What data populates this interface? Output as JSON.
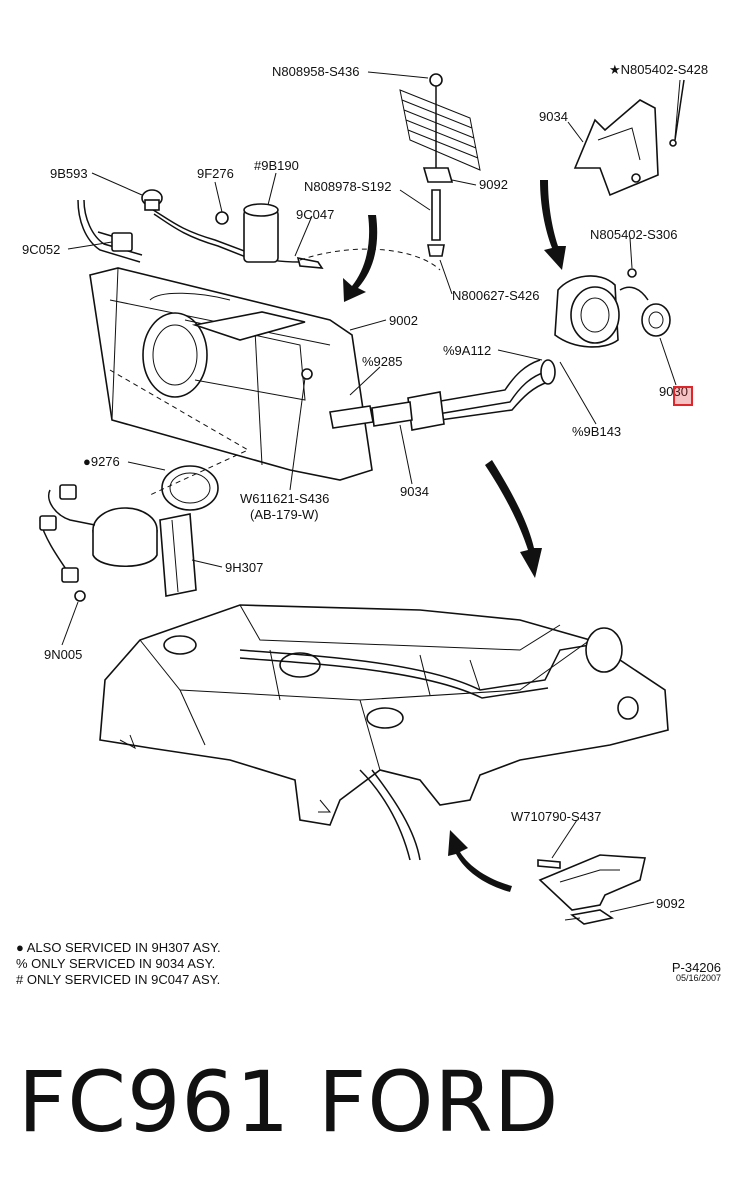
{
  "callouts": {
    "n808958_s436": "N808958-S436",
    "n805402_s428": "★N805402-S428",
    "p9034_top": "9034",
    "p9b593": "9B593",
    "p9f276": "9F276",
    "p9b190": "#9B190",
    "n808978_s192": "N808978-S192",
    "p9092_top": "9092",
    "p9c047": "9C047",
    "p9c052": "9C052",
    "n805402_s306": "N805402-S306",
    "n800627_s426": "N800627-S426",
    "p9002": "9002",
    "p9a112": "%9A112",
    "p9285": "%9285",
    "p9030": "9030",
    "p9b143": "%9B143",
    "w611621_s436": "W611621-S436",
    "ab179w": "(AB-179-W)",
    "p9034_mid": "9034",
    "p9276": "●9276",
    "p9h307": "9H307",
    "p9n005": "9N005",
    "w710790_s437": "W710790-S437",
    "p9092_bottom": "9092"
  },
  "notes": {
    "line1": "● ALSO SERVICED IN 9H307 ASY.",
    "line2": "% ONLY SERVICED IN 9034 ASY.",
    "line3": "# ONLY SERVICED IN 9C047 ASY."
  },
  "reference": {
    "code": "P-34206",
    "date": "05/16/2007"
  },
  "footer": {
    "text": "FC961   FORD"
  },
  "highlight_color": "#e0262b"
}
